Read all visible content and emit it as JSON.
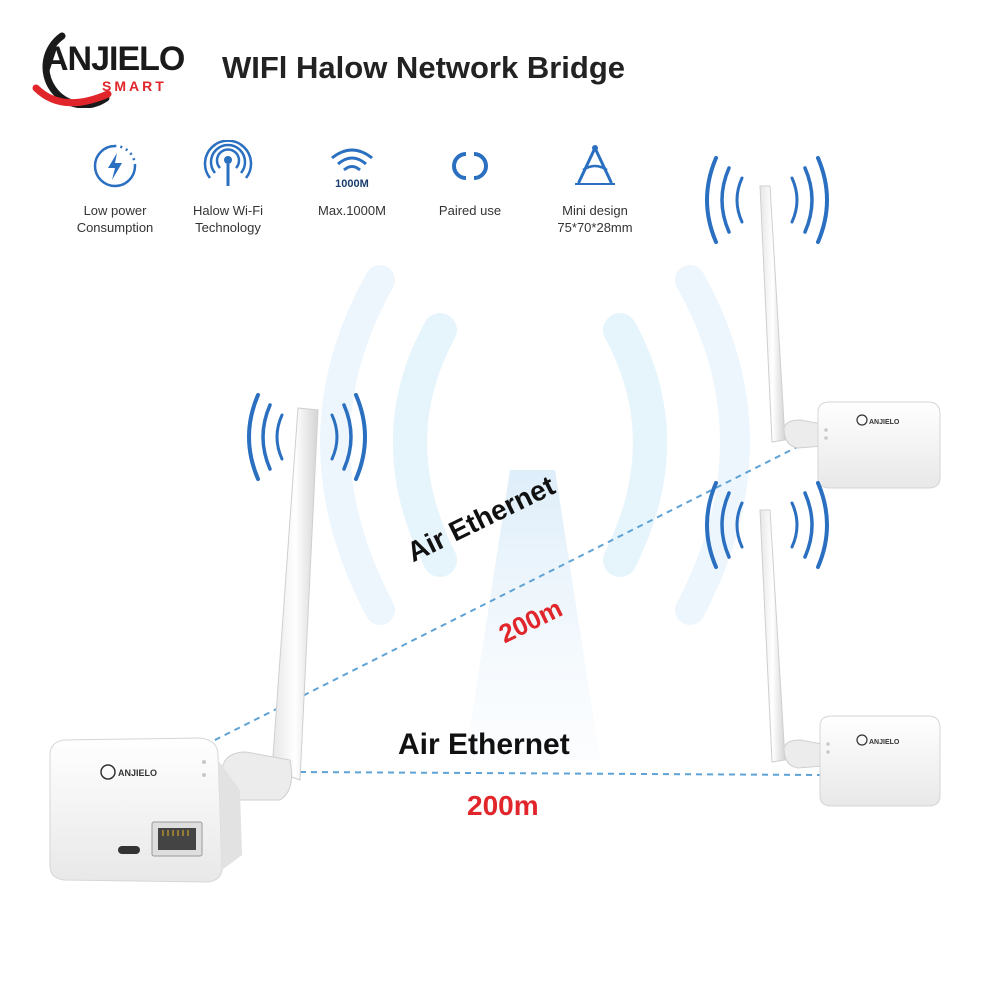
{
  "brand": {
    "name": "ANJIELO",
    "sub": "SMART"
  },
  "title": "WIFl Halow Network Bridge",
  "features": [
    {
      "icon": "lightning-bolt-icon",
      "label": "Low power\nConsumption"
    },
    {
      "icon": "broadcast-antenna-icon",
      "label": "Halow Wi-Fi\nTechnology"
    },
    {
      "icon": "wifi-signal-icon",
      "badge": "1000M",
      "label": "Max.1000M"
    },
    {
      "icon": "paired-link-icon",
      "label": "Paired use"
    },
    {
      "icon": "mini-design-icon",
      "label": "Mini design\n75*70*28mm"
    }
  ],
  "links": [
    {
      "label": "Air Ethernet",
      "distance": "200m"
    },
    {
      "label": "Air Ethernet",
      "distance": "200m"
    }
  ],
  "device_logo": "ANJIELO",
  "colors": {
    "accent_blue": "#2a6fc0",
    "accent_red": "#e0262b",
    "link_line": "#5fa3d6"
  }
}
